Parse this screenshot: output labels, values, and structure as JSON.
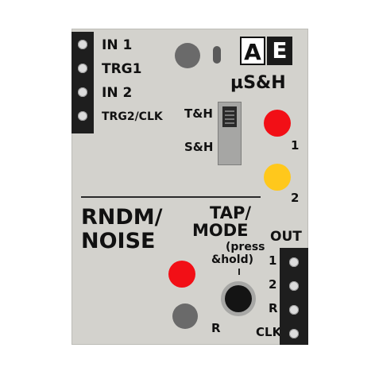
{
  "inputs": [
    "IN 1",
    "TRG1",
    "IN 2",
    "TRG2/CLK"
  ],
  "logo": {
    "letter_a": "A",
    "letter_e": "E",
    "model": "µS&H"
  },
  "switch": {
    "top_label": "T&H",
    "bottom_label": "S&H"
  },
  "leds": {
    "label_1": "1",
    "label_2": "2",
    "color_1": "#f20f16",
    "color_2": "#ffc81c",
    "color_rndm": "#f20f16"
  },
  "rndm": {
    "title_line1": "RNDM/",
    "title_line2": "NOISE"
  },
  "tap": {
    "line1": "TAP/",
    "line2": "MODE",
    "note_line1": "(press",
    "note_line2": "&hold)"
  },
  "pot_label": "R",
  "outputs": {
    "title": "OUT",
    "labels": [
      "1",
      "2",
      "R",
      "CLK"
    ]
  },
  "colors": {
    "panel": "#d3d2cd",
    "strip": "#1e1e1e",
    "knob": "#6a6a6a",
    "button": "#141414"
  }
}
